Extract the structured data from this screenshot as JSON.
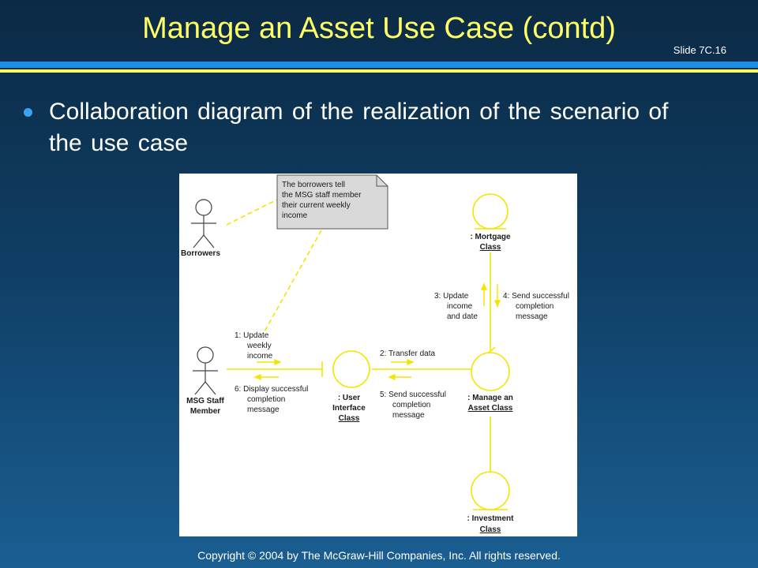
{
  "slide": {
    "title": "Manage an Asset Use Case (contd)",
    "number": "Slide 7C.16",
    "bullet": "Collaboration diagram of the realization of the scenario of the use case",
    "footer": "Copyright © 2004 by The McGraw-Hill Companies, Inc.  All rights reserved."
  },
  "diagram": {
    "note": [
      "The borrowers tell",
      "the MSG staff member",
      "their current weekly",
      "income"
    ],
    "actors": {
      "borrowers": "Borrowers",
      "staff": [
        "MSG Staff",
        "Member"
      ]
    },
    "objects": {
      "mortgage": [
        ": Mortgage",
        "Class"
      ],
      "ui": [
        ": User",
        "Interface",
        "Class"
      ],
      "manage": [
        ": Manage an",
        "Asset Class"
      ],
      "investment": [
        ": Investment",
        "Class"
      ]
    },
    "messages": {
      "m1": [
        "1:  Update",
        "weekly",
        "income"
      ],
      "m2": "2:  Transfer data",
      "m3": [
        "3:  Update",
        "income",
        "and date"
      ],
      "m4": [
        "4:  Send successful",
        "completion",
        "message"
      ],
      "m5": [
        "5:  Send successful",
        "completion",
        "message"
      ],
      "m6": [
        "6:  Display successful",
        "completion",
        "message"
      ]
    },
    "colors": {
      "accent": "#f2e600",
      "note_fill": "#d9d9d9"
    }
  }
}
